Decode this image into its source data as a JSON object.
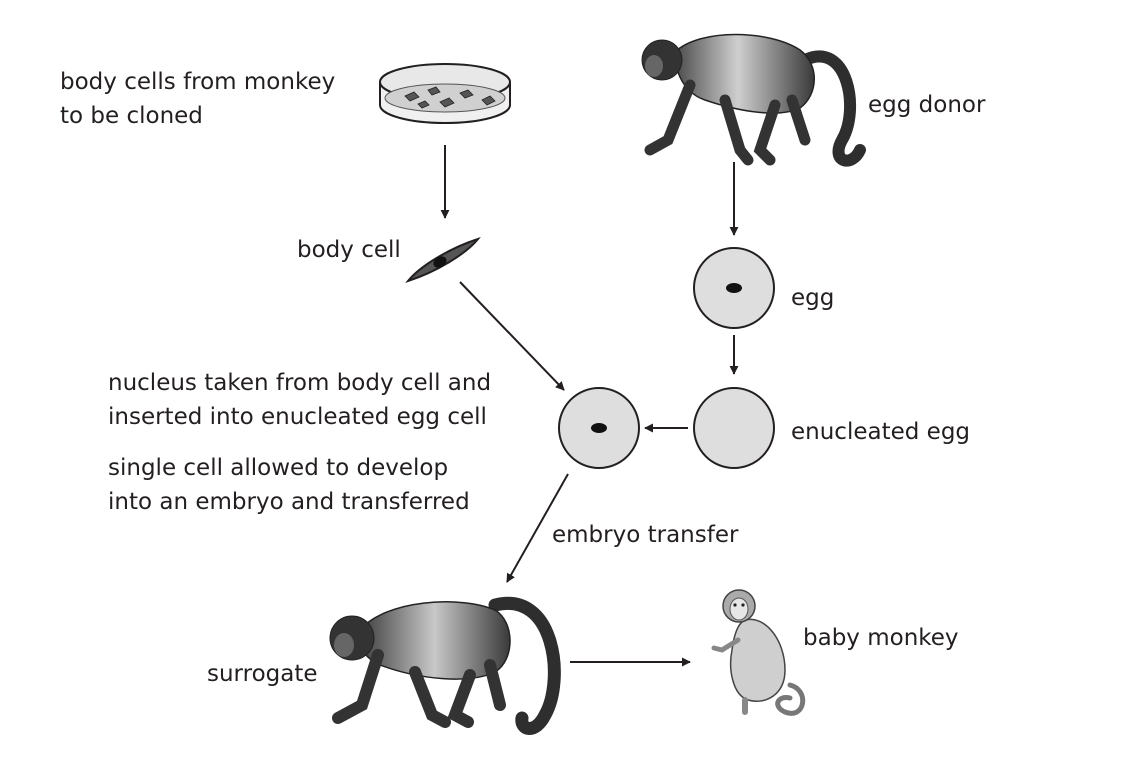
{
  "labels": {
    "body_cells_line1": "body cells from monkey",
    "body_cells_line2": "to be cloned",
    "egg_donor": "egg donor",
    "body_cell": "body cell",
    "egg": "egg",
    "nucleus_line1": "nucleus taken from body cell and",
    "nucleus_line2": "inserted into enucleated egg cell",
    "single_line1": "single cell allowed to develop",
    "single_line2": "into an embryo and transferred",
    "enucleated_egg": "enucleated egg",
    "embryo_transfer": "embryo transfer",
    "surrogate": "surrogate",
    "baby_monkey": "baby monkey"
  },
  "colors": {
    "cell_fill": "#dedede",
    "outline": "#231f20",
    "text": "#231f20",
    "monkey_dark": "#3a3a3a",
    "monkey_light": "#bdbdbd"
  }
}
